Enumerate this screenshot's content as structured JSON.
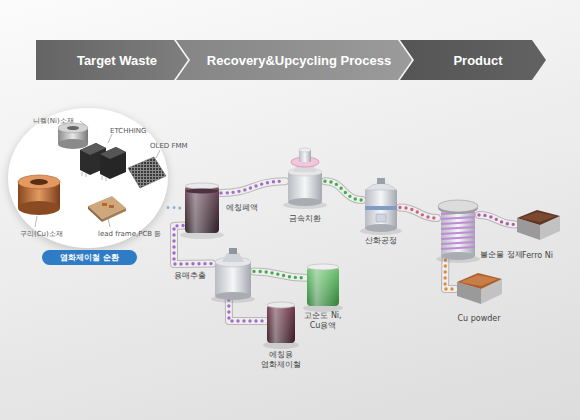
{
  "diagram": {
    "nodes": [
      {
        "text": [
          "Target Waste"
        ]
      },
      {
        "text": [
          "Recovery&Upcycling Process"
        ]
      },
      {
        "text": [
          "Product"
        ]
      },
      {
        "text": [
          "니켈(Ni)소재",
          "ETCHHING",
          "OLED FMM",
          "구리(Cu)소재",
          "lead frame,PCB 등"
        ]
      },
      {
        "text": [
          "염화제이철 순환"
        ],
        "in": 3
      },
      {
        "text": [
          "에칭폐액"
        ]
      },
      {
        "text": [
          "금속치환"
        ]
      },
      {
        "text": [
          "산화공정"
        ]
      },
      {
        "text": [
          "불순물 정제"
        ]
      },
      {
        "text": [
          "Ferro Ni"
        ]
      },
      {
        "text": [
          "Cu powder"
        ]
      },
      {
        "text": [
          "용매추출"
        ]
      },
      {
        "text": [
          "고순도 Ni, Cu용액"
        ]
      },
      {
        "text": [
          "에칭용 염화제이철"
        ]
      }
    ],
    "edges": [
      {
        "from": 3,
        "to": 5,
        "arrow": "none"
      },
      {
        "from": 5,
        "to": 6,
        "arrow": "none"
      },
      {
        "from": 6,
        "to": 7,
        "arrow": "none"
      },
      {
        "from": 7,
        "to": 8,
        "arrow": "none"
      },
      {
        "from": 8,
        "to": 9,
        "arrow": "none"
      },
      {
        "from": 8,
        "to": 10,
        "arrow": "none"
      },
      {
        "from": 5,
        "to": 11,
        "arrow": "none"
      },
      {
        "from": 11,
        "to": 12,
        "arrow": "none"
      },
      {
        "from": 11,
        "to": 13,
        "arrow": "none"
      }
    ]
  }
}
